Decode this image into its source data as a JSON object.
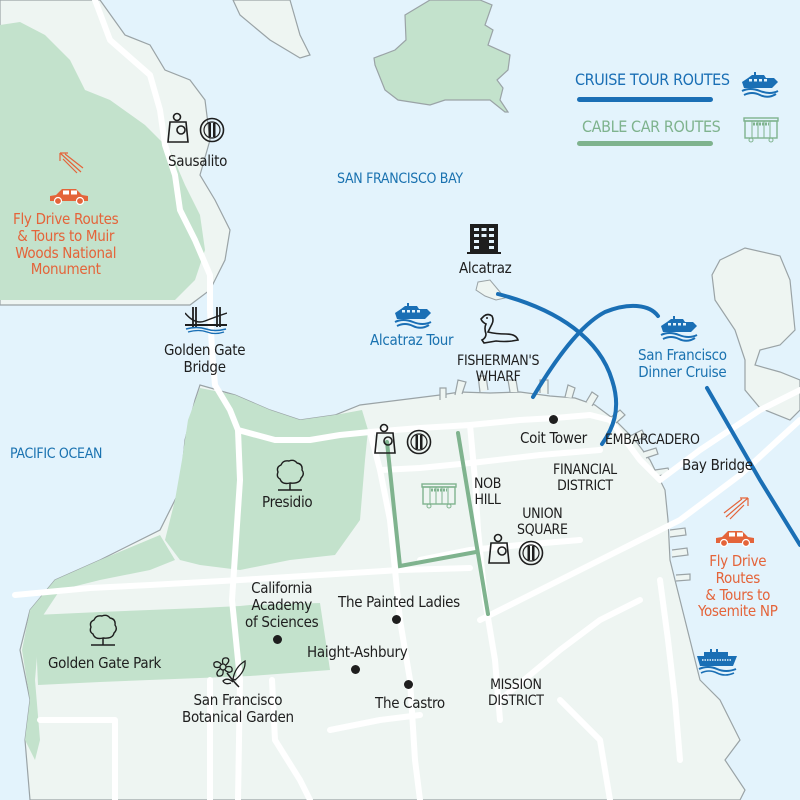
{
  "colors": {
    "water": "#e3f3fc",
    "land": "#eef5f2",
    "park": "#c3e2cc",
    "coast": "#9aa3a6",
    "road": "#ffffff",
    "cruise_route": "#1a6fb5",
    "cable_car_route": "#7fb38e",
    "drive_accent": "#e4643a",
    "label": "#1e1e1e",
    "water_label": "#1a72b0"
  },
  "legend": {
    "items": [
      {
        "label": "CRUISE TOUR ROUTES",
        "icon": "cruise-boat-icon",
        "color": "#1a6fb5"
      },
      {
        "label": "CABLE CAR ROUTES",
        "icon": "cable-car-icon",
        "color": "#7fb38e"
      }
    ]
  },
  "water_labels": {
    "bay": "SAN FRANCISCO BAY",
    "ocean": "PACIFIC OCEAN"
  },
  "places": {
    "sausalito": "Sausalito",
    "muir_woods": "Fly Drive Routes\n& Tours to Muir\nWoods National\nMonument",
    "golden_gate_bridge": "Golden Gate\nBridge",
    "alcatraz": "Alcatraz",
    "alcatraz_tour": "Alcatraz Tour",
    "fishermans_wharf": "FISHERMAN'S\nWHARF",
    "dinner_cruise": "San Francisco\nDinner Cruise",
    "coit_tower": "Coit Tower",
    "embarcadero": "EMBARCADERO",
    "financial_district": "FINANCIAL\nDISTRICT",
    "bay_bridge": "Bay Bridge",
    "presidio": "Presidio",
    "nob_hill": "NOB\nHILL",
    "union_square": "UNION\nSQUARE",
    "yosemite": "Fly Drive\nRoutes\n& Tours to\nYosemite NP",
    "california_academy": "California\nAcademy\nof Sciences",
    "painted_ladies": "The Painted Ladies",
    "golden_gate_park": "Golden Gate Park",
    "haight_ashbury": "Haight-Ashbury",
    "botanical_garden": "San Francisco\nBotanical Garden",
    "castro": "The Castro",
    "mission_district": "MISSION\nDISTRICT"
  }
}
